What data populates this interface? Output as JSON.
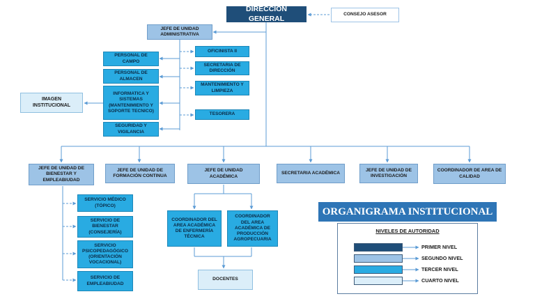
{
  "nodes": {
    "direccion_general": "DIRECCIÓN GENERAL",
    "consejo_asesor": "CONSEJO ASESOR",
    "jefe_administrativa": "JEFE DE UNIDAD ADMINISTRATIVA",
    "oficinista": "OFICINISTA II",
    "secretaria_direccion": "SECRETARIA DE DIRECCIÓN",
    "mantenimiento": "MANTENIMIENTO Y LIMPIEZA",
    "tesorera": "TESORERA",
    "personal_campo": "PERSONAL DE CAMPO",
    "personal_almacen": "PERSONAL DE ALMACEN",
    "informatica": "INFORMATICA Y SISTEMAS (MANTENIMIENTO Y SOPORTE TECNICO)",
    "seguridad": "SEGURIDAD Y VIGILANCIA",
    "imagen_institucional": "IMAGEN INSTITUCIONAL",
    "jefe_bienestar": "JEFE DE UNIDAD DE BIENESTAR Y EMPLEABIUDAD",
    "jefe_formacion": "JEFE DE UNIDAD DE FORMACIÓN CONTINUA",
    "jefe_academica": "JEFE DE UNIDAD ACADÉMICA",
    "secretaria_academica": "SECRETARIA ACADÉMICA",
    "jefe_investigacion": "JEFE DE UNIDAD DE INVESTIGACIÓN",
    "coordinador_calidad": "COORDINADOR DE AREA DE CALIDAD",
    "servicio_medico": "SERVICIO MÉDICO (TÓPICO)",
    "servicio_bienestar": "SERVICIO DE BIENESTAR (CONSEJERÍA)",
    "servicio_psicopedagogico": "SERVICIO PSICOPEDAGÓGICO (ORIENTACIÓN VOCACIONAL)",
    "servicio_empleabilidad": "SERVICIO DE EMPLEABIUDAD",
    "coordinador_enfermeria": "COORDINADOR DEL AREA ACADÉMICA DE ENFERMERÍA TÉCNICA",
    "coordinador_agropecuaria": "COORDINADOR DEL AREA ACADÉMICA DE PRODUCCIÓN AGROPECUARIA",
    "docentes": "DOCENTES"
  },
  "banner_title": "ORGANIGRAMA INSTITUCIONAL",
  "legend": {
    "title": "NIVELES DE AUTORIDAD",
    "levels": [
      {
        "label": "PRIMER NIVEL",
        "color": "#1f4e79"
      },
      {
        "label": "SEGUNDO NIVEL",
        "color": "#9dc3e6"
      },
      {
        "label": "TERCER NIVEL",
        "color": "#29abe2"
      },
      {
        "label": "CUARTO NIVEL",
        "color": "#dbeef9"
      }
    ]
  },
  "colors": {
    "connector": "#5b9bd5",
    "primer_nivel": "#1f4e79",
    "segundo_nivel": "#9dc3e6",
    "tercer_nivel": "#29abe2",
    "cuarto_nivel": "#dbeef9",
    "banner": "#2e75b6"
  }
}
